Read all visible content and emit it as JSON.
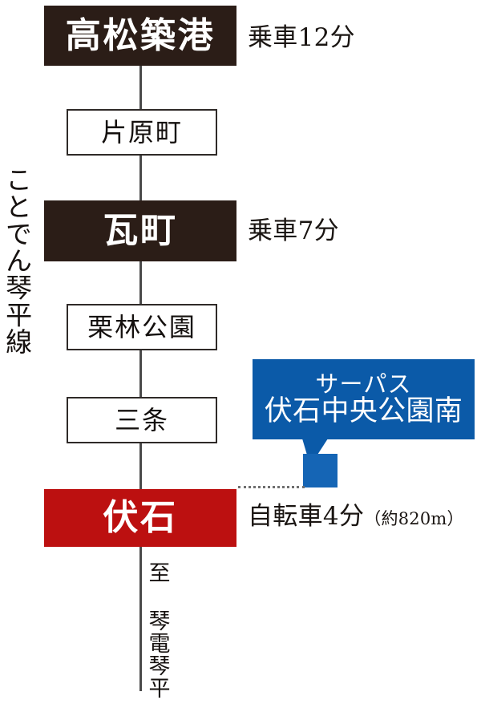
{
  "line": {
    "name": "ことでん琴平線",
    "terminus_note": "至 琴電琴平"
  },
  "stations": [
    {
      "name": "高松築港",
      "style": "major"
    },
    {
      "name": "片原町",
      "style": "minor"
    },
    {
      "name": "瓦町",
      "style": "major"
    },
    {
      "name": "栗林公園",
      "style": "minor"
    },
    {
      "name": "三条",
      "style": "minor"
    },
    {
      "name": "伏石",
      "style": "highlight"
    }
  ],
  "annotations": {
    "ride_from_takamatsu_chikko": "乗車12分",
    "ride_from_kawaramachi": "乗車7分",
    "bicycle_main": "自転車4分",
    "bicycle_sub": "（約820m）"
  },
  "property": {
    "brand": "サーパス",
    "name": "伏石中央公園南"
  },
  "colors": {
    "major_station": "#2b1d17",
    "highlight_station": "#bc1010",
    "callout": "#0b5aa8",
    "marker": "#1565b5",
    "rail": "#4a4a4a"
  }
}
